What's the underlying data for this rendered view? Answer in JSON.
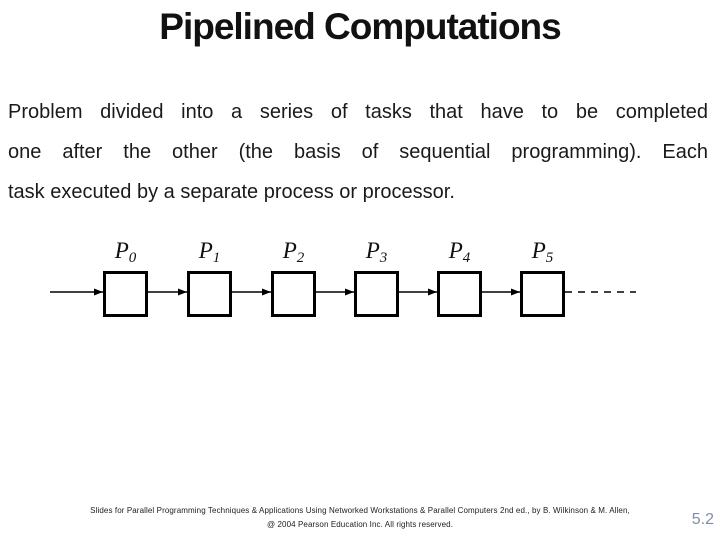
{
  "slide": {
    "title": "Pipelined Computations",
    "body": {
      "lines": [
        "Problem divided into a series of tasks that have to be completed",
        "one after the other (the basis of sequential programming). Each",
        "task executed by a separate process or processor."
      ]
    },
    "page_number": "5.2"
  },
  "diagram": {
    "stages": [
      {
        "base": "P",
        "sub": "0"
      },
      {
        "base": "P",
        "sub": "1"
      },
      {
        "base": "P",
        "sub": "2"
      },
      {
        "base": "P",
        "sub": "3"
      },
      {
        "base": "P",
        "sub": "4"
      },
      {
        "base": "P",
        "sub": "5"
      }
    ]
  },
  "footer": {
    "line1": "Slides for Parallel Programming Techniques & Applications Using Networked Workstations & Parallel Computers 2nd ed., by B. Wilkinson & M. Allen,",
    "line2": "@ 2004 Pearson Education Inc. All rights reserved."
  },
  "colors": {
    "page_number": "#7f8ea8",
    "ink": "#000000",
    "background": "#ffffff"
  }
}
